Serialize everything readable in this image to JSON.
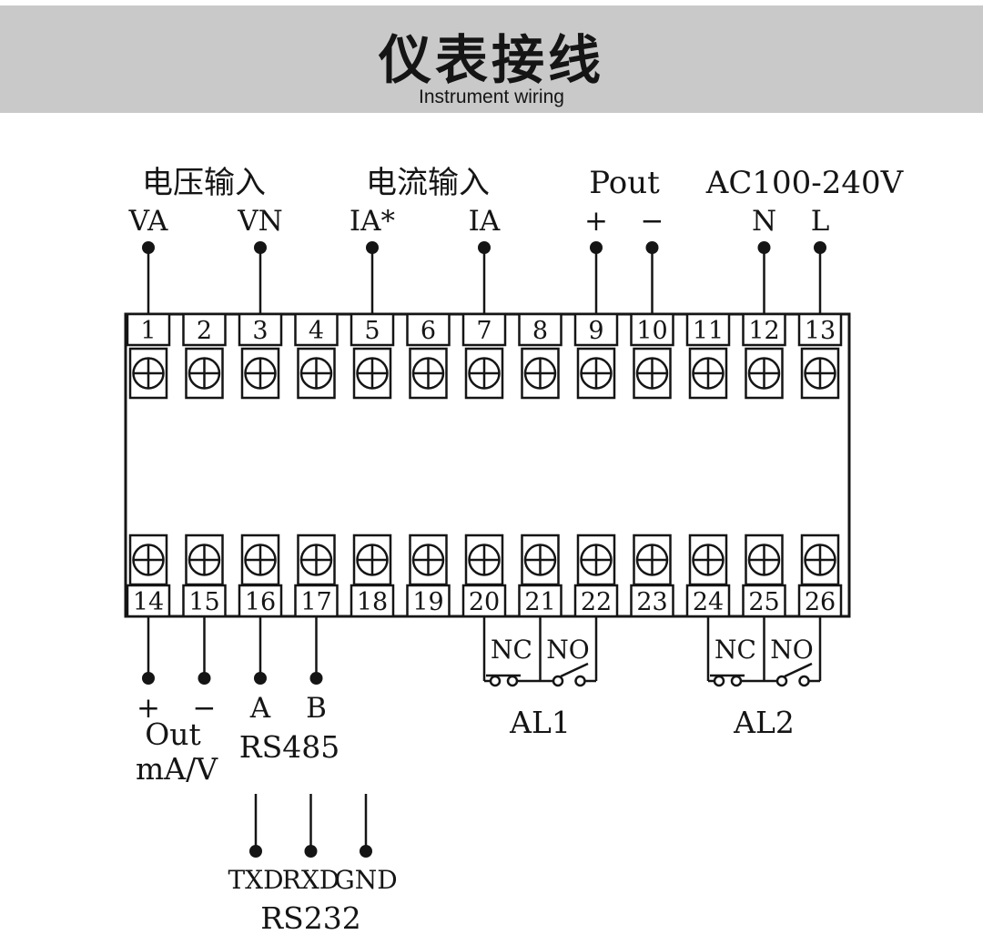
{
  "header": {
    "title": "仪表接线",
    "subtitle": "Instrument wiring"
  },
  "colors": {
    "banner": "#c9c9c9",
    "ink": "#151515"
  },
  "terminal_strip": {
    "top_numbers": [
      "1",
      "2",
      "3",
      "4",
      "5",
      "6",
      "7",
      "8",
      "9",
      "10",
      "11",
      "12",
      "13"
    ],
    "bottom_numbers": [
      "14",
      "15",
      "16",
      "17",
      "18",
      "19",
      "20",
      "21",
      "22",
      "23",
      "24",
      "25",
      "26"
    ]
  },
  "top_labels": {
    "voltage_group": "电压输入",
    "current_group": "电流输入",
    "pout_group": "Pout",
    "power_group": "AC100-240V",
    "pins": {
      "va": "VA",
      "vn": "VN",
      "ia_star": "IA*",
      "ia": "IA",
      "pout_plus": "+",
      "pout_minus": "−",
      "n": "N",
      "l": "L"
    }
  },
  "bottom_labels": {
    "out_plus": "+",
    "out_minus": "−",
    "out_line1": "Out",
    "out_line2": "mA/V",
    "rs485_a": "A",
    "rs485_b": "B",
    "rs485": "RS485",
    "al1_nc": "NC",
    "al1_no": "NO",
    "al1": "AL1",
    "al2_nc": "NC",
    "al2_no": "NO",
    "al2": "AL2",
    "rs232_txd": "TXD",
    "rs232_rxd": "RXD",
    "rs232_gnd": "GND",
    "rs232": "RS232"
  }
}
